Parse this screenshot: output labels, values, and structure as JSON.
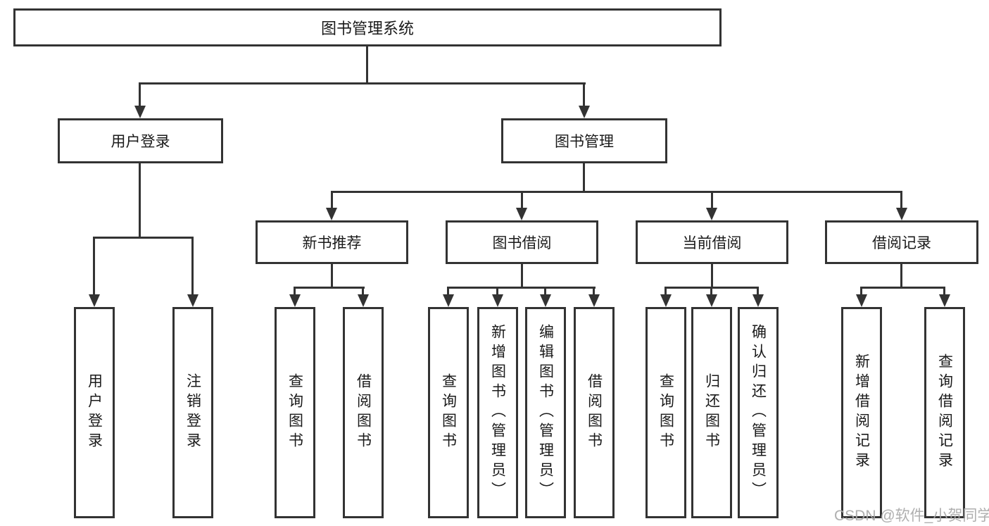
{
  "colors": {
    "line": "#333333",
    "box_background": "#ffffff",
    "text": "#1a1a1a",
    "watermark": "#a8a8a8"
  },
  "tree": {
    "root": {
      "label": "图书管理系统"
    },
    "branches": [
      {
        "label": "用户登录",
        "children": [
          {
            "label": "用户登录"
          },
          {
            "label": "注销登录"
          }
        ]
      },
      {
        "label": "图书管理",
        "children": [
          {
            "label": "新书推荐",
            "children": [
              {
                "label": "查询图书"
              },
              {
                "label": "借阅图书"
              }
            ]
          },
          {
            "label": "图书借阅",
            "children": [
              {
                "label": "查询图书"
              },
              {
                "label": "新增图书（管理员）"
              },
              {
                "label": "编辑图书（管理员）"
              },
              {
                "label": "借阅图书"
              }
            ]
          },
          {
            "label": "当前借阅",
            "children": [
              {
                "label": "查询图书"
              },
              {
                "label": "归还图书"
              },
              {
                "label": "确认归还（管理员）"
              }
            ]
          },
          {
            "label": "借阅记录",
            "children": [
              {
                "label": "新增借阅记录"
              },
              {
                "label": "查询借阅记录"
              }
            ]
          }
        ]
      }
    ]
  },
  "watermark": {
    "text": "CSDN @软件_小贺同学"
  }
}
